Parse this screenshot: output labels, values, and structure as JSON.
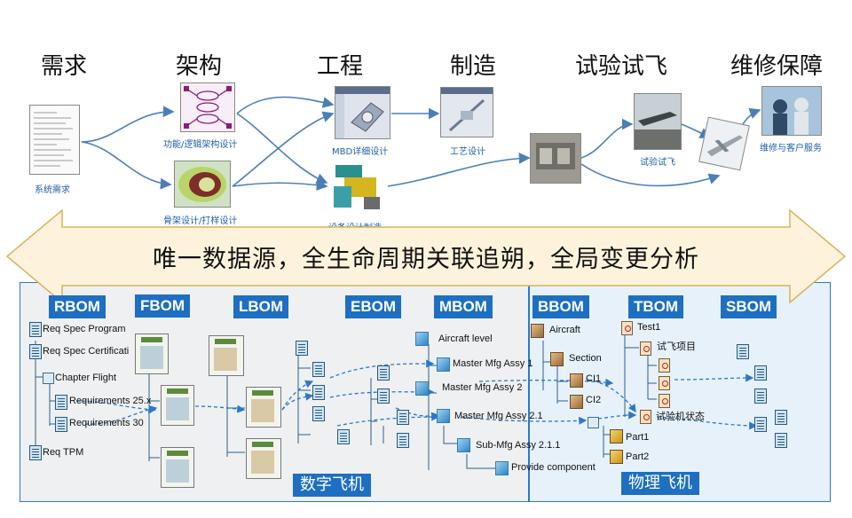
{
  "stages": [
    "需求",
    "架构",
    "工程",
    "制造",
    "试验试飞",
    "维修保障"
  ],
  "captions": {
    "req": "系统需求",
    "func": "功能/逻辑架构设计",
    "frame": "骨架设计/打样设计",
    "mbd": "MBD详细设计",
    "equip": "设备设计制造",
    "process": "工艺设计",
    "flight": "试验试飞",
    "service": "维修与客户服务"
  },
  "banner": "唯一数据源，全生命周期关联追朔，全局变更分析",
  "bom_labels": [
    "RBOM",
    "FBOM",
    "LBOM",
    "EBOM",
    "MBOM",
    "BBOM",
    "TBOM",
    "SBOM"
  ],
  "rbom_items": [
    "Req Spec Program",
    "Req Spec Certificati",
    "Chapter Flight",
    "Requirements 25.x",
    "Requirements 30",
    "Req TPM"
  ],
  "mbom_items": [
    "Aircraft level",
    "Master Mfg Assy 1",
    "Master Mfg Assy 2",
    "Master Mfg Assy 2.1",
    "Sub-Mfg Assy 2.1.1",
    "Provide component"
  ],
  "bbom_items": [
    "Aircraft",
    "Section",
    "CI1",
    "CI2",
    "Part1",
    "Part2"
  ],
  "tbom_items": [
    "Test1",
    "试飞项目",
    "试验机状态"
  ],
  "bottom_labels": {
    "digital": "数字飞机",
    "physical": "物理飞机"
  },
  "colors": {
    "accent": "#1e6fc1",
    "banner_fill": "#fdf3dc",
    "banner_border": "#d9b35a",
    "digital_bg": "#eef0f1",
    "physical_bg": "#e7f1f9"
  }
}
